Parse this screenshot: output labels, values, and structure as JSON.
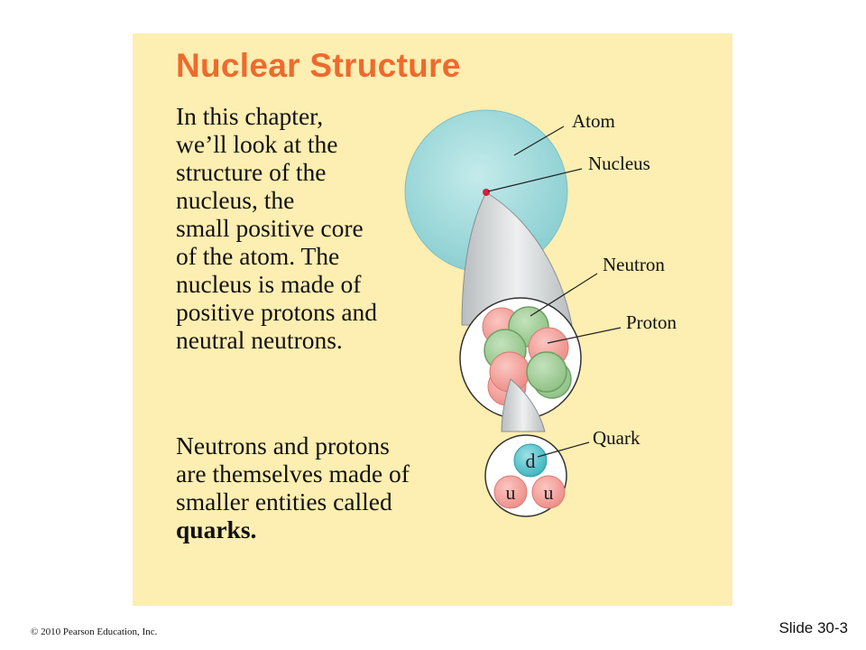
{
  "slide": {
    "title": "Nuclear Structure",
    "paragraph1": [
      "In this chapter,",
      "we’ll look at the",
      "structure of the",
      "nucleus, the",
      "small positive core",
      "of the atom. The",
      "nucleus is made of",
      "positive protons and",
      "neutral neutrons."
    ],
    "paragraph2": [
      "Neutrons and protons",
      "are themselves made of",
      "smaller entities called"
    ],
    "paragraph2_bold": "quarks.",
    "footer_copyright": "© 2010 Pearson Education, Inc.",
    "footer_slide": "Slide 30-3"
  },
  "diagram": {
    "labels": {
      "atom": "Atom",
      "nucleus": "Nucleus",
      "neutron": "Neutron",
      "proton": "Proton",
      "quark": "Quark"
    },
    "quarks": [
      "d",
      "u",
      "u"
    ],
    "colors": {
      "atom_fill": "#a9dfe0",
      "nucleus_dot": "#d2233a",
      "proton": "#f3a6a0",
      "neutron": "#a9d3a0",
      "quark_d": "#5cc6cf",
      "quark_u": "#f3a6a0",
      "title": "#ee6a2e",
      "panel": "#fdeeb1"
    }
  }
}
